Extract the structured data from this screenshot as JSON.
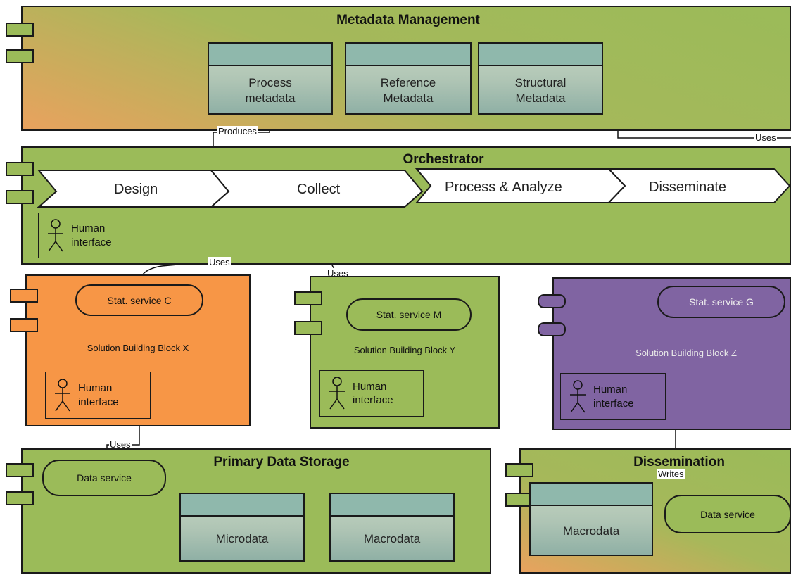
{
  "metadata_management": {
    "title": "Metadata Management",
    "boxes": [
      {
        "label": "Process\nmetadata"
      },
      {
        "label": "Reference\nMetadata"
      },
      {
        "label": "Structural\nMetadata"
      }
    ]
  },
  "orchestrator": {
    "title": "Orchestrator",
    "stages": [
      "Design",
      "Collect",
      "Process & Analyze",
      "Disseminate"
    ],
    "human_interface": "Human\ninterface"
  },
  "sbb_x": {
    "service": "Stat. service C",
    "label": "Solution Building Block X",
    "human_interface": "Human\ninterface"
  },
  "sbb_y": {
    "service": "Stat. service M",
    "label": "Solution Building Block Y",
    "human_interface": "Human\ninterface"
  },
  "sbb_z": {
    "service": "Stat. service G",
    "label": "Solution Building Block Z",
    "human_interface": "Human\ninterface"
  },
  "primary_storage": {
    "title": "Primary Data Storage",
    "service": "Data service",
    "boxes": [
      "Microdata",
      "Macrodata"
    ]
  },
  "dissemination": {
    "title": "Dissemination",
    "box": "Macrodata",
    "service": "Data service"
  },
  "relations": {
    "produces": "Produces",
    "uses_structural": "Uses",
    "uses_design": "Uses",
    "uses_collect": "Uses",
    "uses_storage": "Uses",
    "writes": "Writes"
  },
  "colors": {
    "green": "#9bbb59",
    "orange": "#f79646",
    "purple": "#8064a2",
    "box_teal": "#8fb8ac"
  }
}
